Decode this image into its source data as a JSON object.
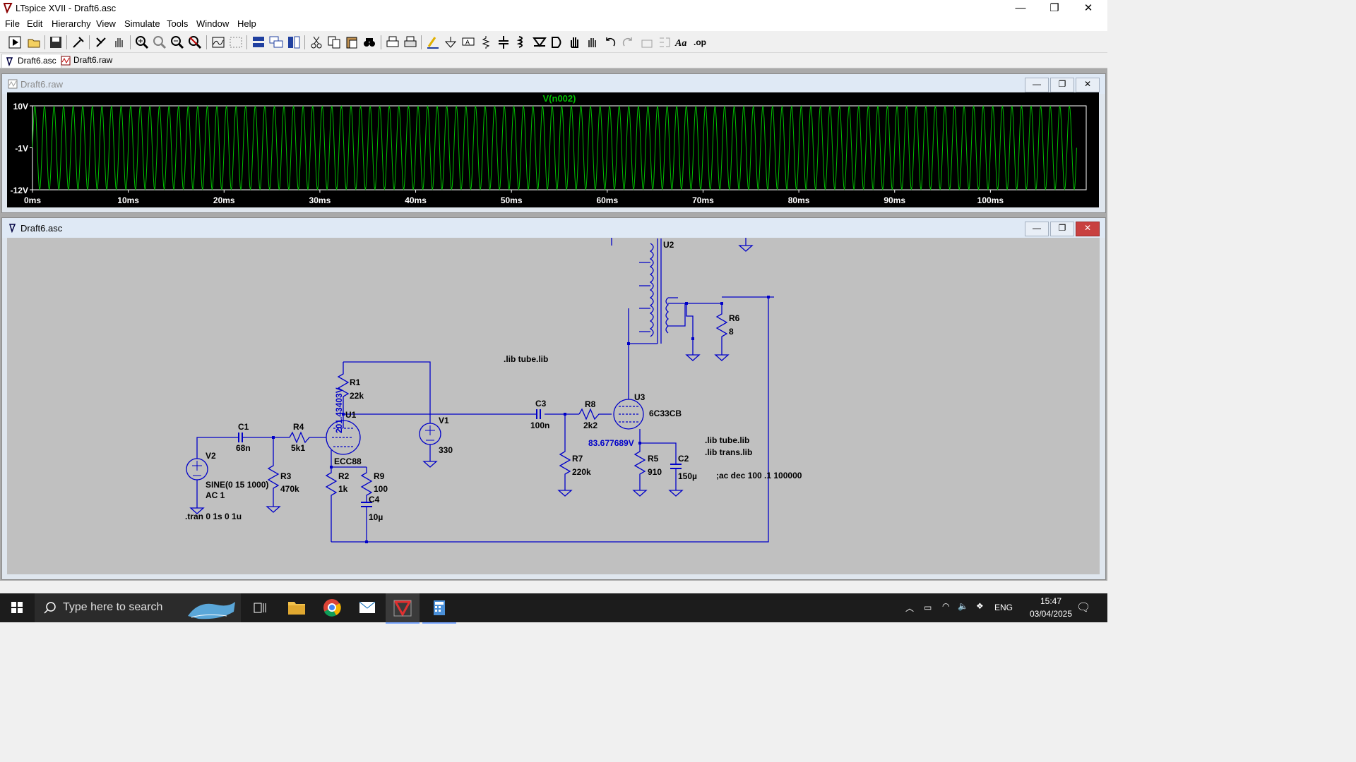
{
  "window": {
    "title": "LTspice XVII - Draft6.asc",
    "minimize": "—",
    "maximize": "❐",
    "close": "✕"
  },
  "menu": [
    "File",
    "Edit",
    "Hierarchy",
    "View",
    "Simulate",
    "Tools",
    "Window",
    "Help"
  ],
  "tabs": [
    {
      "label": "Draft6.asc",
      "active": true
    },
    {
      "label": "Draft6.raw",
      "active": false
    }
  ],
  "waveform_window": {
    "title": "Draft6.raw",
    "trace_label": "V(n002)",
    "trace_color": "#00c000",
    "y_ticks": [
      "10V",
      "-1V",
      "-12V"
    ],
    "x_ticks": [
      "0ms",
      "10ms",
      "20ms",
      "30ms",
      "40ms",
      "50ms",
      "60ms",
      "70ms",
      "80ms",
      "90ms",
      "100ms"
    ]
  },
  "chart_data": {
    "type": "line",
    "title": "V(n002)",
    "xlabel": "",
    "ylabel": "",
    "xlim": [
      0,
      110
    ],
    "ylim": [
      -12,
      10
    ],
    "x_unit": "ms",
    "series": [
      {
        "name": "V(n002)",
        "waveform": "sine",
        "amplitude_v": 11,
        "offset_v": -1,
        "frequency_hz": 1000,
        "x_start_ms": 0,
        "x_end_ms": 109
      }
    ],
    "grid": false
  },
  "schematic_window": {
    "title": "Draft6.asc",
    "wire_color": "#0000c8",
    "labels": {
      "u2": "U2",
      "r6": "R6",
      "r6v": "8",
      "lib1": ".lib tube.lib",
      "r1": "R1",
      "r1v": "22k",
      "node_voltage1": "201.43403V",
      "u1": "U1",
      "v1": "V1",
      "v1v": "330",
      "c3": "C3",
      "c3v": "100n",
      "r8": "R8",
      "r8v": "2k2",
      "u3": "U3",
      "u3v": "6C33CB",
      "c1": "C1",
      "c1v": "68n",
      "r4": "R4",
      "r4v": "5k1",
      "v2": "V2",
      "v2src1": "SINE(0 15 1000)",
      "v2src2": "AC 1",
      "r3": "R3",
      "r3v": "470k",
      "u1v": "ECC88",
      "r2": "R2",
      "r2v": "1k",
      "r9": "R9",
      "r9v": "100",
      "c4": "C4",
      "c4v": "10µ",
      "r7": "R7",
      "r7v": "220k",
      "node_voltage2": "83.677689V",
      "r5": "R5",
      "r5v": "910",
      "c2": "C2",
      "c2v": "150µ",
      "lib2": ".lib tube.lib",
      "lib3": ".lib trans.lib",
      "ac": ";ac dec 100 .1 100000",
      "tran": ".tran 0 1s 0 1u"
    }
  },
  "taskbar": {
    "search_placeholder": "Type here to search",
    "lang": "ENG",
    "time": "15:47",
    "date": "03/04/2025"
  }
}
